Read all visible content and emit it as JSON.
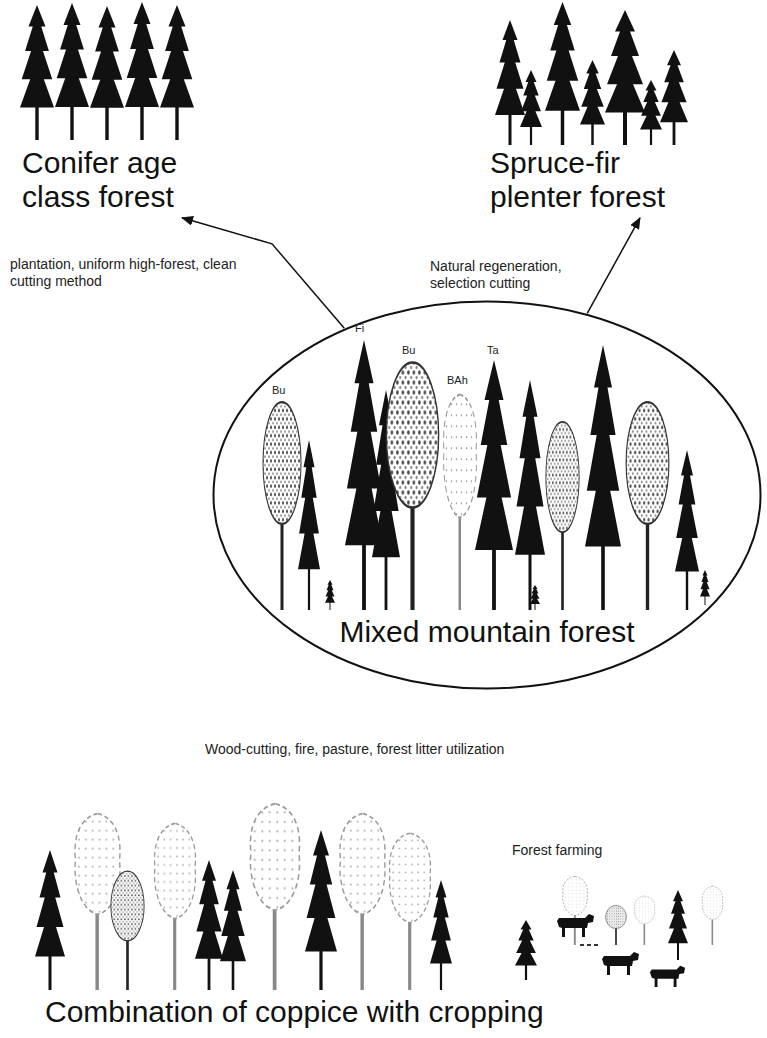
{
  "diagram": {
    "nodes": [
      {
        "text": [
          "Conifer age class forest"
        ]
      },
      {
        "text": [
          "Spruce-fir plenter forest"
        ]
      },
      {
        "text": [
          "Mixed mountain forest"
        ]
      },
      {
        "text": [
          "Combination of coppice with cropping"
        ]
      }
    ],
    "edges": [
      {
        "from": 2,
        "to": 0,
        "arrow": "to",
        "label": "plantation, uniform high-forest, clean cutting method"
      },
      {
        "from": 2,
        "to": 1,
        "arrow": "to",
        "label": "Natural regeneration, selection cutting"
      }
    ],
    "labels": [
      "Bu",
      "Fi",
      "Bu",
      "BAh",
      "Ta",
      "Wood-cutting, fire, pasture, forest litter utilization",
      "Forest farming"
    ]
  }
}
